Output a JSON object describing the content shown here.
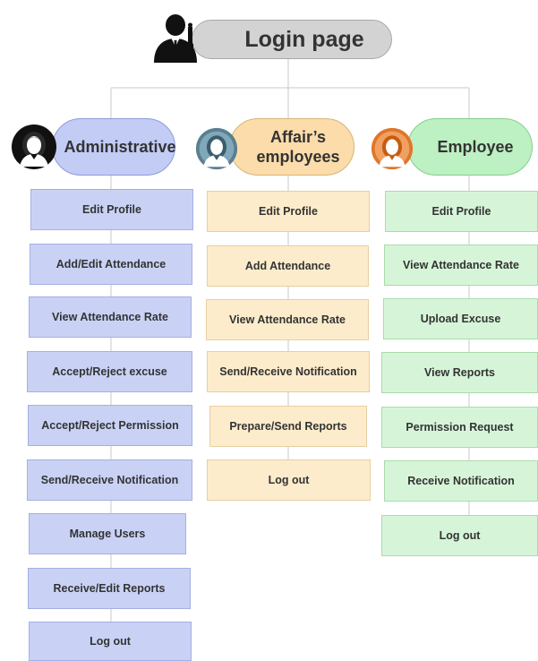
{
  "login": {
    "label": "Login page"
  },
  "columns": [
    {
      "id": "admin",
      "title": "Administrative",
      "color": "#c9d2f5",
      "items": [
        "Edit Profile",
        "Add/Edit Attendance",
        "View Attendance Rate",
        "Accept/Reject excuse",
        "Accept/Reject Permission",
        "Send/Receive Notification",
        "Manage Users",
        "Receive/Edit Reports",
        "Log out"
      ]
    },
    {
      "id": "affair",
      "title_line1": "Affair’s",
      "title_line2": "employees",
      "color": "#fdeccb",
      "items": [
        "Edit Profile",
        "Add Attendance",
        "View Attendance Rate",
        "Send/Receive Notification",
        "Prepare/Send Reports",
        "Log out"
      ]
    },
    {
      "id": "employee",
      "title": "Employee",
      "color": "#d6f5d8",
      "items": [
        "Edit Profile",
        "View Attendance Rate",
        "Upload Excuse",
        "View Reports",
        "Permission Request",
        "Receive Notification",
        "Log out"
      ]
    }
  ],
  "icons": {
    "login": "agent-silhouette-icon",
    "admin": "female-user-icon",
    "affair": "female-user-icon",
    "employee": "female-user-icon"
  }
}
